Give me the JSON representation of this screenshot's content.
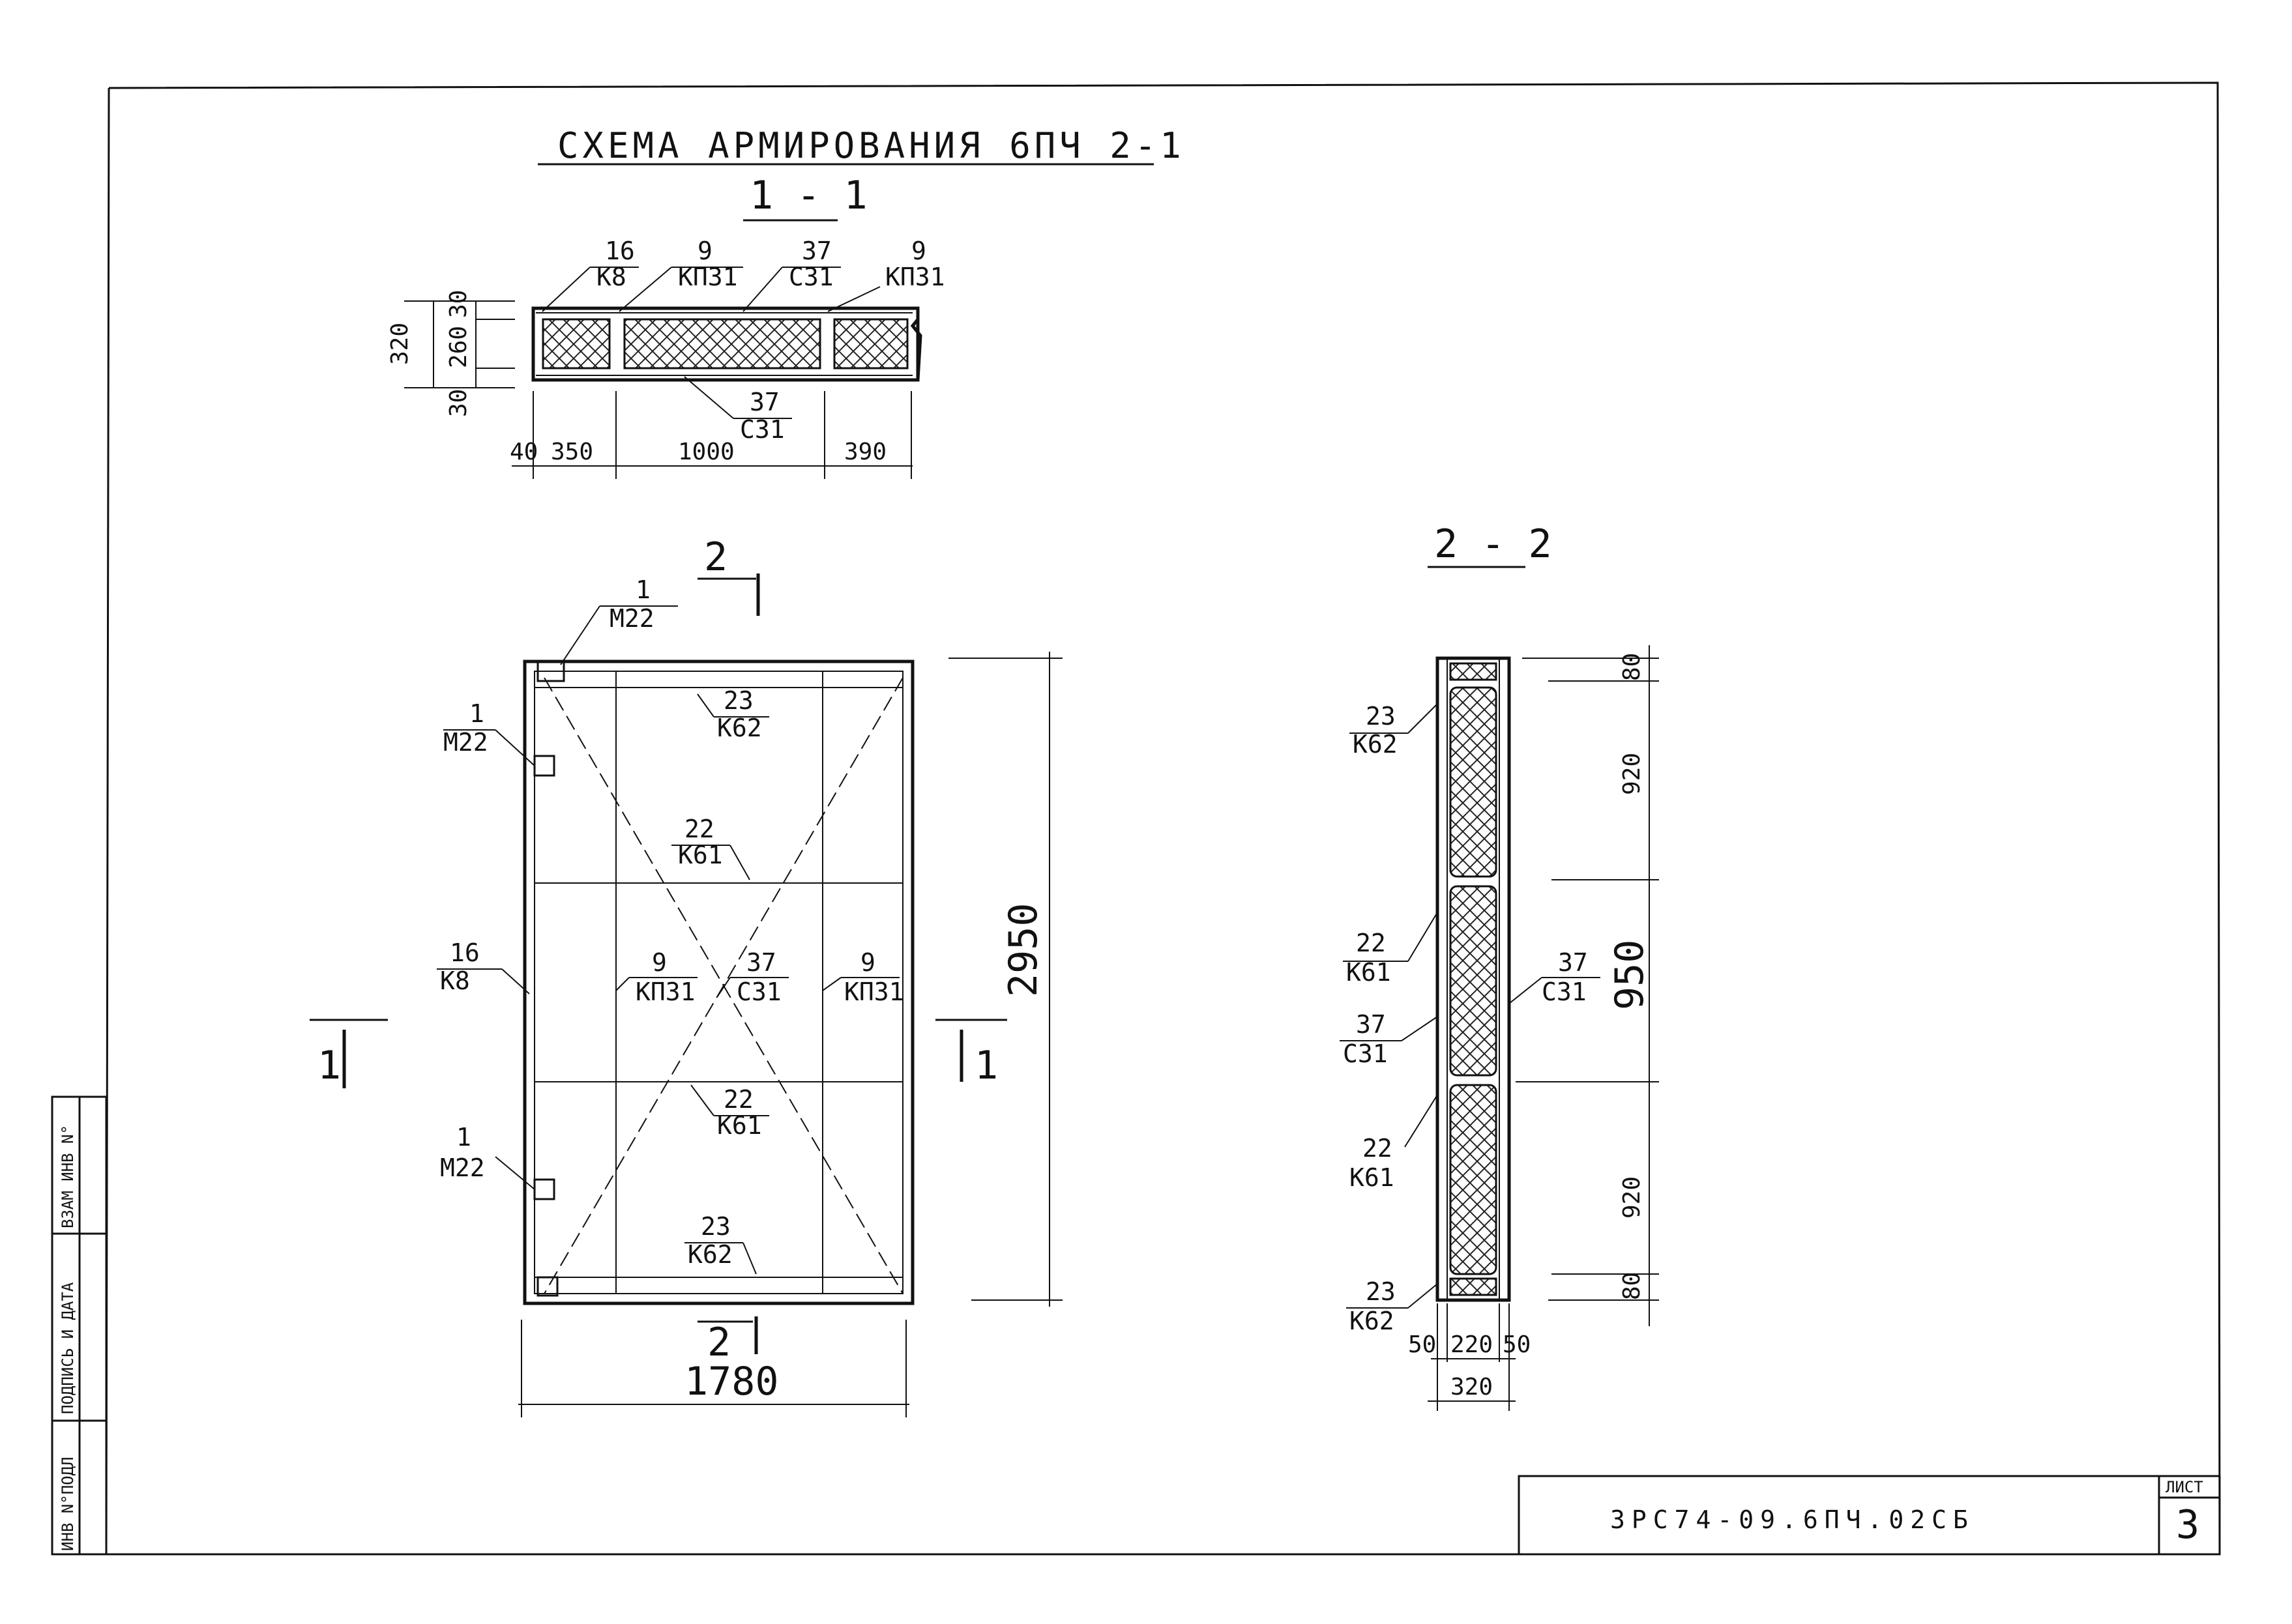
{
  "title": "СХЕМА АРМИРОВАНИЯ 6ПЧ 2-1",
  "section_1_1": {
    "label": "1 - 1",
    "callouts": [
      {
        "top": "16",
        "bottom": "К8"
      },
      {
        "top": "9",
        "bottom": "КП31"
      },
      {
        "top": "37",
        "bottom": "С31"
      },
      {
        "top": "9",
        "bottom": "КП31"
      },
      {
        "top": "37",
        "bottom": "С31"
      }
    ],
    "dims_vertical": [
      "320",
      "30",
      "260",
      "30"
    ],
    "dims_horizontal": [
      "40",
      "350",
      "1000",
      "390"
    ]
  },
  "plan": {
    "cut_marks": [
      "2",
      "2",
      "1",
      "1"
    ],
    "callouts": [
      {
        "top": "1",
        "bottom": "М22"
      },
      {
        "top": "1",
        "bottom": "М22"
      },
      {
        "top": "23",
        "bottom": "К62"
      },
      {
        "top": "22",
        "bottom": "К61"
      },
      {
        "top": "16",
        "bottom": "К8"
      },
      {
        "top": "9",
        "bottom": "КП31"
      },
      {
        "top": "37",
        "bottom": "С31"
      },
      {
        "top": "9",
        "bottom": "КП31"
      },
      {
        "top": "22",
        "bottom": "К61"
      },
      {
        "top": "1",
        "bottom": "М22"
      },
      {
        "top": "23",
        "bottom": "К62"
      }
    ],
    "dim_height": "2950",
    "dim_width": "1780"
  },
  "section_2_2": {
    "label": "2 - 2",
    "callouts": [
      {
        "top": "23",
        "bottom": "К62"
      },
      {
        "top": "22",
        "bottom": "К61"
      },
      {
        "top": "37",
        "bottom": "С31"
      },
      {
        "top": "22",
        "bottom": "К61"
      },
      {
        "top": "23",
        "bottom": "К62"
      },
      {
        "top": "37",
        "bottom": "С31"
      }
    ],
    "dims_vertical": [
      "80",
      "920",
      "950",
      "920",
      "80"
    ],
    "dims_horizontal": [
      "50",
      "220",
      "50"
    ],
    "dim_total": "320"
  },
  "side_stamp": [
    "ИНВ N°ПОДЛ",
    "ПОДПИСЬ И ДАТА",
    "ВЗАМ ИНВ N°"
  ],
  "title_block": {
    "code": "3РС74-09.6ПЧ.02СБ",
    "sheet_label": "ЛИСТ",
    "sheet_number": "3"
  }
}
